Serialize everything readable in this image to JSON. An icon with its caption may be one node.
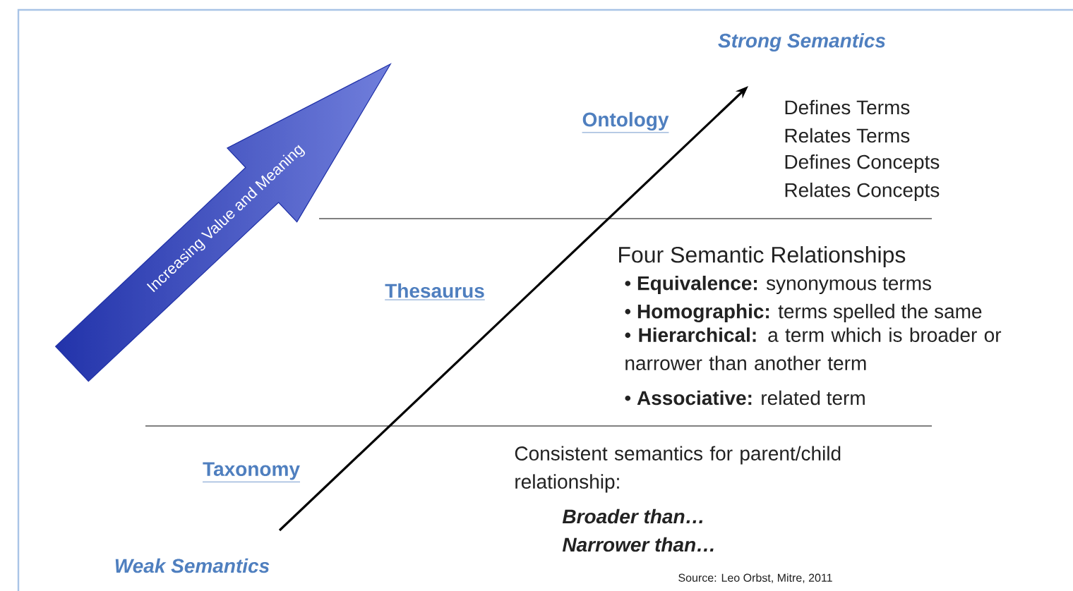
{
  "diagram": {
    "nodes": [
      {
        "text": [
          "Increasing Value and Meaning"
        ]
      }
    ],
    "labels": [
      "Strong Semantics",
      "Ontology",
      "Defines Terms",
      "Relates Terms",
      "Defines Concepts",
      "Relates Concepts",
      "Four Semantic Relationships",
      "Thesaurus",
      "• **Equivalence:** synonymous terms",
      "• **Homographic:** terms spelled the same",
      "• **Hierarchical:** a term which is broader or narrower than another term",
      "• **Associative:** related term",
      "Taxonomy",
      "Consistent semantics for parent/child relationship:",
      "Broader than…",
      "Narrower than…",
      "Weak Semantics",
      "Source: Leo Orbst, Mitre, 2011"
    ]
  }
}
